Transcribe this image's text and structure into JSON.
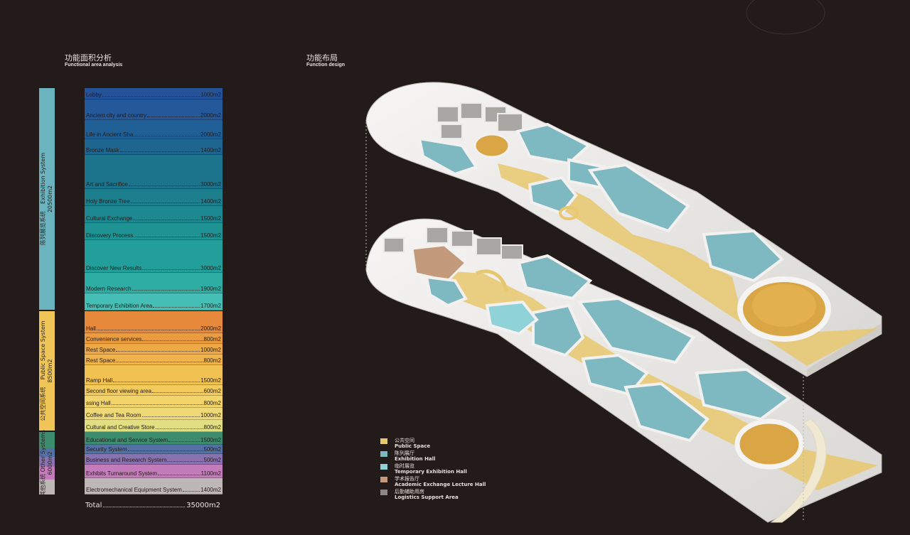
{
  "left_header": {
    "cn": "功能面积分析",
    "en": "Functional area analysis"
  },
  "right_header": {
    "cn": "功能布局",
    "en": "Function design"
  },
  "systems": [
    {
      "cn": "陈列展览系统",
      "en": "Exhibition System",
      "value": "20500m2",
      "color": "#6bb3be"
    },
    {
      "cn": "公共空间系统",
      "en": "Public Space System",
      "value": "8500m2",
      "color": "#f0c557"
    },
    {
      "cn": "其他系统",
      "en": "Other Systems",
      "value": "6000m2",
      "color": "#3d8c6d"
    }
  ],
  "areas": [
    {
      "name": "Lobby",
      "value": "1000m2",
      "color": "#25539a"
    },
    {
      "name": "Ancient city and country",
      "value": "2000m2",
      "color": "#23589a"
    },
    {
      "name": "Life in Ancient Sha",
      "value": "2000m2",
      "color": "#205e96"
    },
    {
      "name": "Bronze Mask",
      "value": "1400m2",
      "color": "#1e6690"
    },
    {
      "name": "Art and Sacrifice",
      "value": "3000m2",
      "color": "#1c748c"
    },
    {
      "name": "Holy Bronze Tree",
      "value": "1400m2",
      "color": "#1d7e8e"
    },
    {
      "name": "Cultural Exchange",
      "value": "1500m2",
      "color": "#1e8891"
    },
    {
      "name": "Discovery Process",
      "value": "1500m2",
      "color": "#1f9294"
    },
    {
      "name": "Discover New Results",
      "value": "3000m2",
      "color": "#239f9b"
    },
    {
      "name": "Modern Research",
      "value": "1900m2",
      "color": "#2eada4"
    },
    {
      "name": "Temporary Exhibition Area",
      "value": "1700m2",
      "color": "#45bfb5"
    },
    {
      "name": "Hall",
      "value": "2000m2",
      "color": "#e6893a"
    },
    {
      "name": "Convenience services",
      "value": "800m2",
      "color": "#eb9c3e"
    },
    {
      "name": "Rest Space",
      "value": "1000m2",
      "color": "#eea844"
    },
    {
      "name": "Rest Space",
      "value": "800m2",
      "color": "#f0b34b"
    },
    {
      "name": "Ramp Hall",
      "value": "1500m2",
      "color": "#f1c152"
    },
    {
      "name": "Second floor viewing area",
      "value": "600m2",
      "color": "#f2cb5c"
    },
    {
      "name": "ssing Hall",
      "value": "800m2",
      "color": "#f3d46a"
    },
    {
      "name": "Coffee and Tea Room",
      "value": "1000m2",
      "color": "#efd976"
    },
    {
      "name": "Cultural and Creative Store",
      "value": "800m2",
      "color": "#e2de82"
    },
    {
      "name": "Educational and Service System",
      "value": "1500m2",
      "color": "#3d8c6d"
    },
    {
      "name": "Security System",
      "value": "500m2",
      "color": "#5571a3"
    },
    {
      "name": "Business and Research System",
      "value": "500m2",
      "color": "#8a72b0"
    },
    {
      "name": "Exhibits Turnaround System",
      "value": "1100m2",
      "color": "#c27cba"
    },
    {
      "name": "Electromechanical Equipment System",
      "value": "1400m2",
      "color": "#bdb8b5"
    }
  ],
  "total": {
    "label": "Total",
    "value": "35000m2"
  },
  "legend": [
    {
      "cn": "公共空间",
      "en": "Public Space",
      "color": "#e8c86e"
    },
    {
      "cn": "陈列展厅",
      "en": "Exhibition Hall",
      "color": "#7eb8c0"
    },
    {
      "cn": "临时展览",
      "en": "Temporary Exhibition Hall",
      "color": "#8fd2d8"
    },
    {
      "cn": "学术报告厅",
      "en": "Academic Exchange Lecture Hall",
      "color": "#c49a7c"
    },
    {
      "cn": "后勤辅助用房",
      "en": "Logistics Support Area",
      "color": "#8a8886"
    }
  ]
}
